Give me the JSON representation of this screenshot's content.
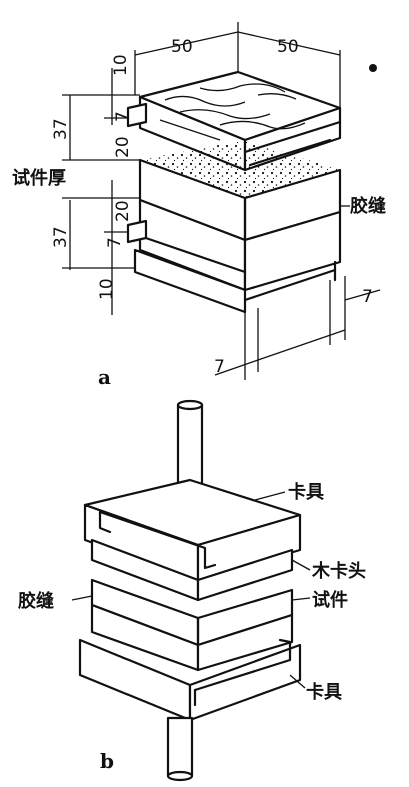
{
  "figure_a": {
    "caption": "a",
    "labels": {
      "specimen_thickness": "试件厚",
      "glue_seam": "胶缝"
    },
    "dimensions": {
      "width_1": "50",
      "width_2": "50",
      "top_10": "10",
      "upper_37": "37",
      "upper_20": "20",
      "upper_7": "7",
      "lower_20": "20",
      "lower_37": "37",
      "lower_7": "7",
      "bottom_10": "10",
      "right_7": "7",
      "bottom_7": "7"
    }
  },
  "figure_b": {
    "caption": "b",
    "labels": {
      "clamp_top": "卡具",
      "wood_clamp_head": "木卡头",
      "glue_seam": "胶缝",
      "specimen": "试件",
      "clamp_bottom": "卡具"
    }
  }
}
